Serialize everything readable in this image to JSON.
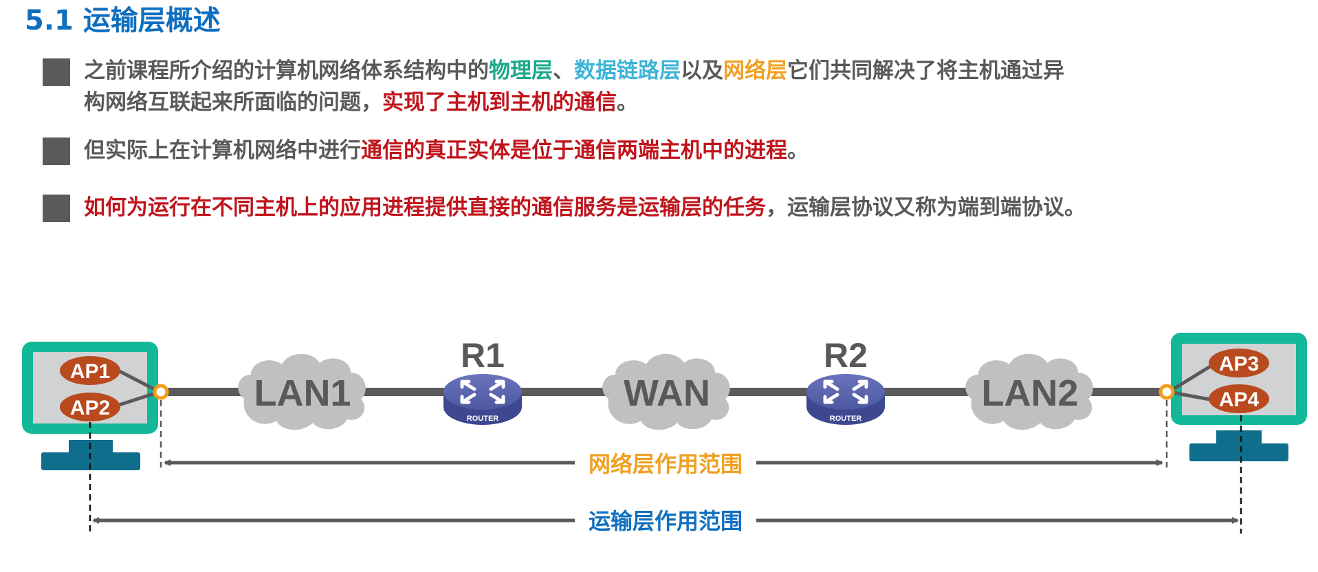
{
  "slide": {
    "title": "5.1 运输层概述",
    "bullets": [
      {
        "segments": [
          {
            "text": "之前课程所介绍的计算机网络体系结构中的",
            "style": "normal"
          },
          {
            "text": "物理层",
            "style": "green"
          },
          {
            "text": "、",
            "style": "normal"
          },
          {
            "text": "数据链路层",
            "style": "cyan"
          },
          {
            "text": "以及",
            "style": "normal"
          },
          {
            "text": "网络层",
            "style": "orange"
          },
          {
            "text": "它们共同解决了将主机通过异",
            "style": "normal"
          }
        ],
        "segments_line2": [
          {
            "text": "构网络互联起来所面临的问题，",
            "style": "normal"
          },
          {
            "text": "实现了主机到主机的通信",
            "style": "red"
          },
          {
            "text": "。",
            "style": "normal"
          }
        ]
      },
      {
        "segments": [
          {
            "text": "但实际上在计算机网络中进行",
            "style": "normal"
          },
          {
            "text": "通信的真正实体是位于通信两端主机中的进程",
            "style": "red"
          },
          {
            "text": "。",
            "style": "normal"
          }
        ]
      },
      {
        "segments": [
          {
            "text": "如何为运行在不同主机上的应用进程提供直接的通信服务是运输层的任务",
            "style": "red"
          },
          {
            "text": "，运输层协议又称为端到端协议。",
            "style": "normal"
          }
        ]
      }
    ]
  },
  "diagram": {
    "hosts": [
      {
        "name": "left-host",
        "processes": [
          "AP1",
          "AP2"
        ]
      },
      {
        "name": "right-host",
        "processes": [
          "AP3",
          "AP4"
        ]
      }
    ],
    "clouds": [
      "LAN1",
      "WAN",
      "LAN2"
    ],
    "routers": [
      {
        "label": "R1",
        "badge": "ROUTER"
      },
      {
        "label": "R2",
        "badge": "ROUTER"
      }
    ],
    "ranges": {
      "network_layer": "网络层作用范围",
      "transport_layer": "运输层作用范围"
    },
    "colors": {
      "host_frame": "#13b898",
      "host_screen": "#d0d2d4",
      "host_stand": "#0e6e8c",
      "process": "#b94a1e",
      "cloud": "#c0c0c0",
      "router": "#5560a8",
      "link": "#5a5a5a",
      "port": "#f39c1a",
      "network_range_text": "#f0a020",
      "transport_range_text": "#1070c0"
    }
  }
}
